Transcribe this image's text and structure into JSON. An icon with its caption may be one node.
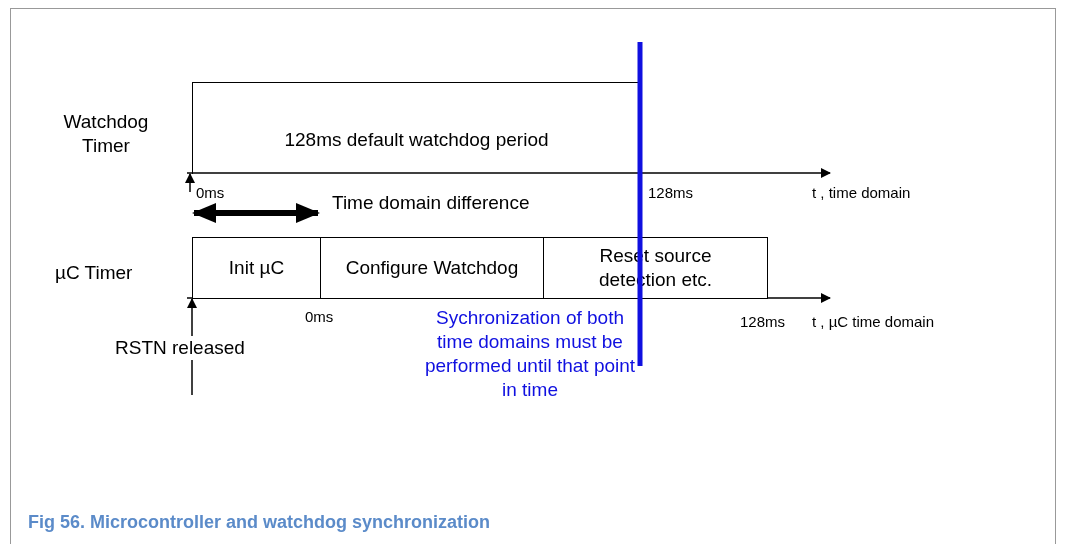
{
  "diagram": {
    "caption": "Fig 56. Microcontroller and watchdog synchronization",
    "nodes": [
      {
        "text": [
          "128ms default watchdog period"
        ]
      },
      {
        "text": [
          "Init µC"
        ]
      },
      {
        "text": [
          "Configure Watchdog"
        ]
      },
      {
        "text": [
          "Reset source detection etc."
        ]
      }
    ],
    "edges": [],
    "labels": [
      "Watchdog Timer",
      "0ms",
      "128ms",
      "t , time domain",
      "Time domain difference",
      "µC Timer",
      "0ms",
      "128ms",
      "t , µC time domain",
      "RSTN released",
      "Sychronization of both time domains must be performed until that point in time"
    ]
  }
}
